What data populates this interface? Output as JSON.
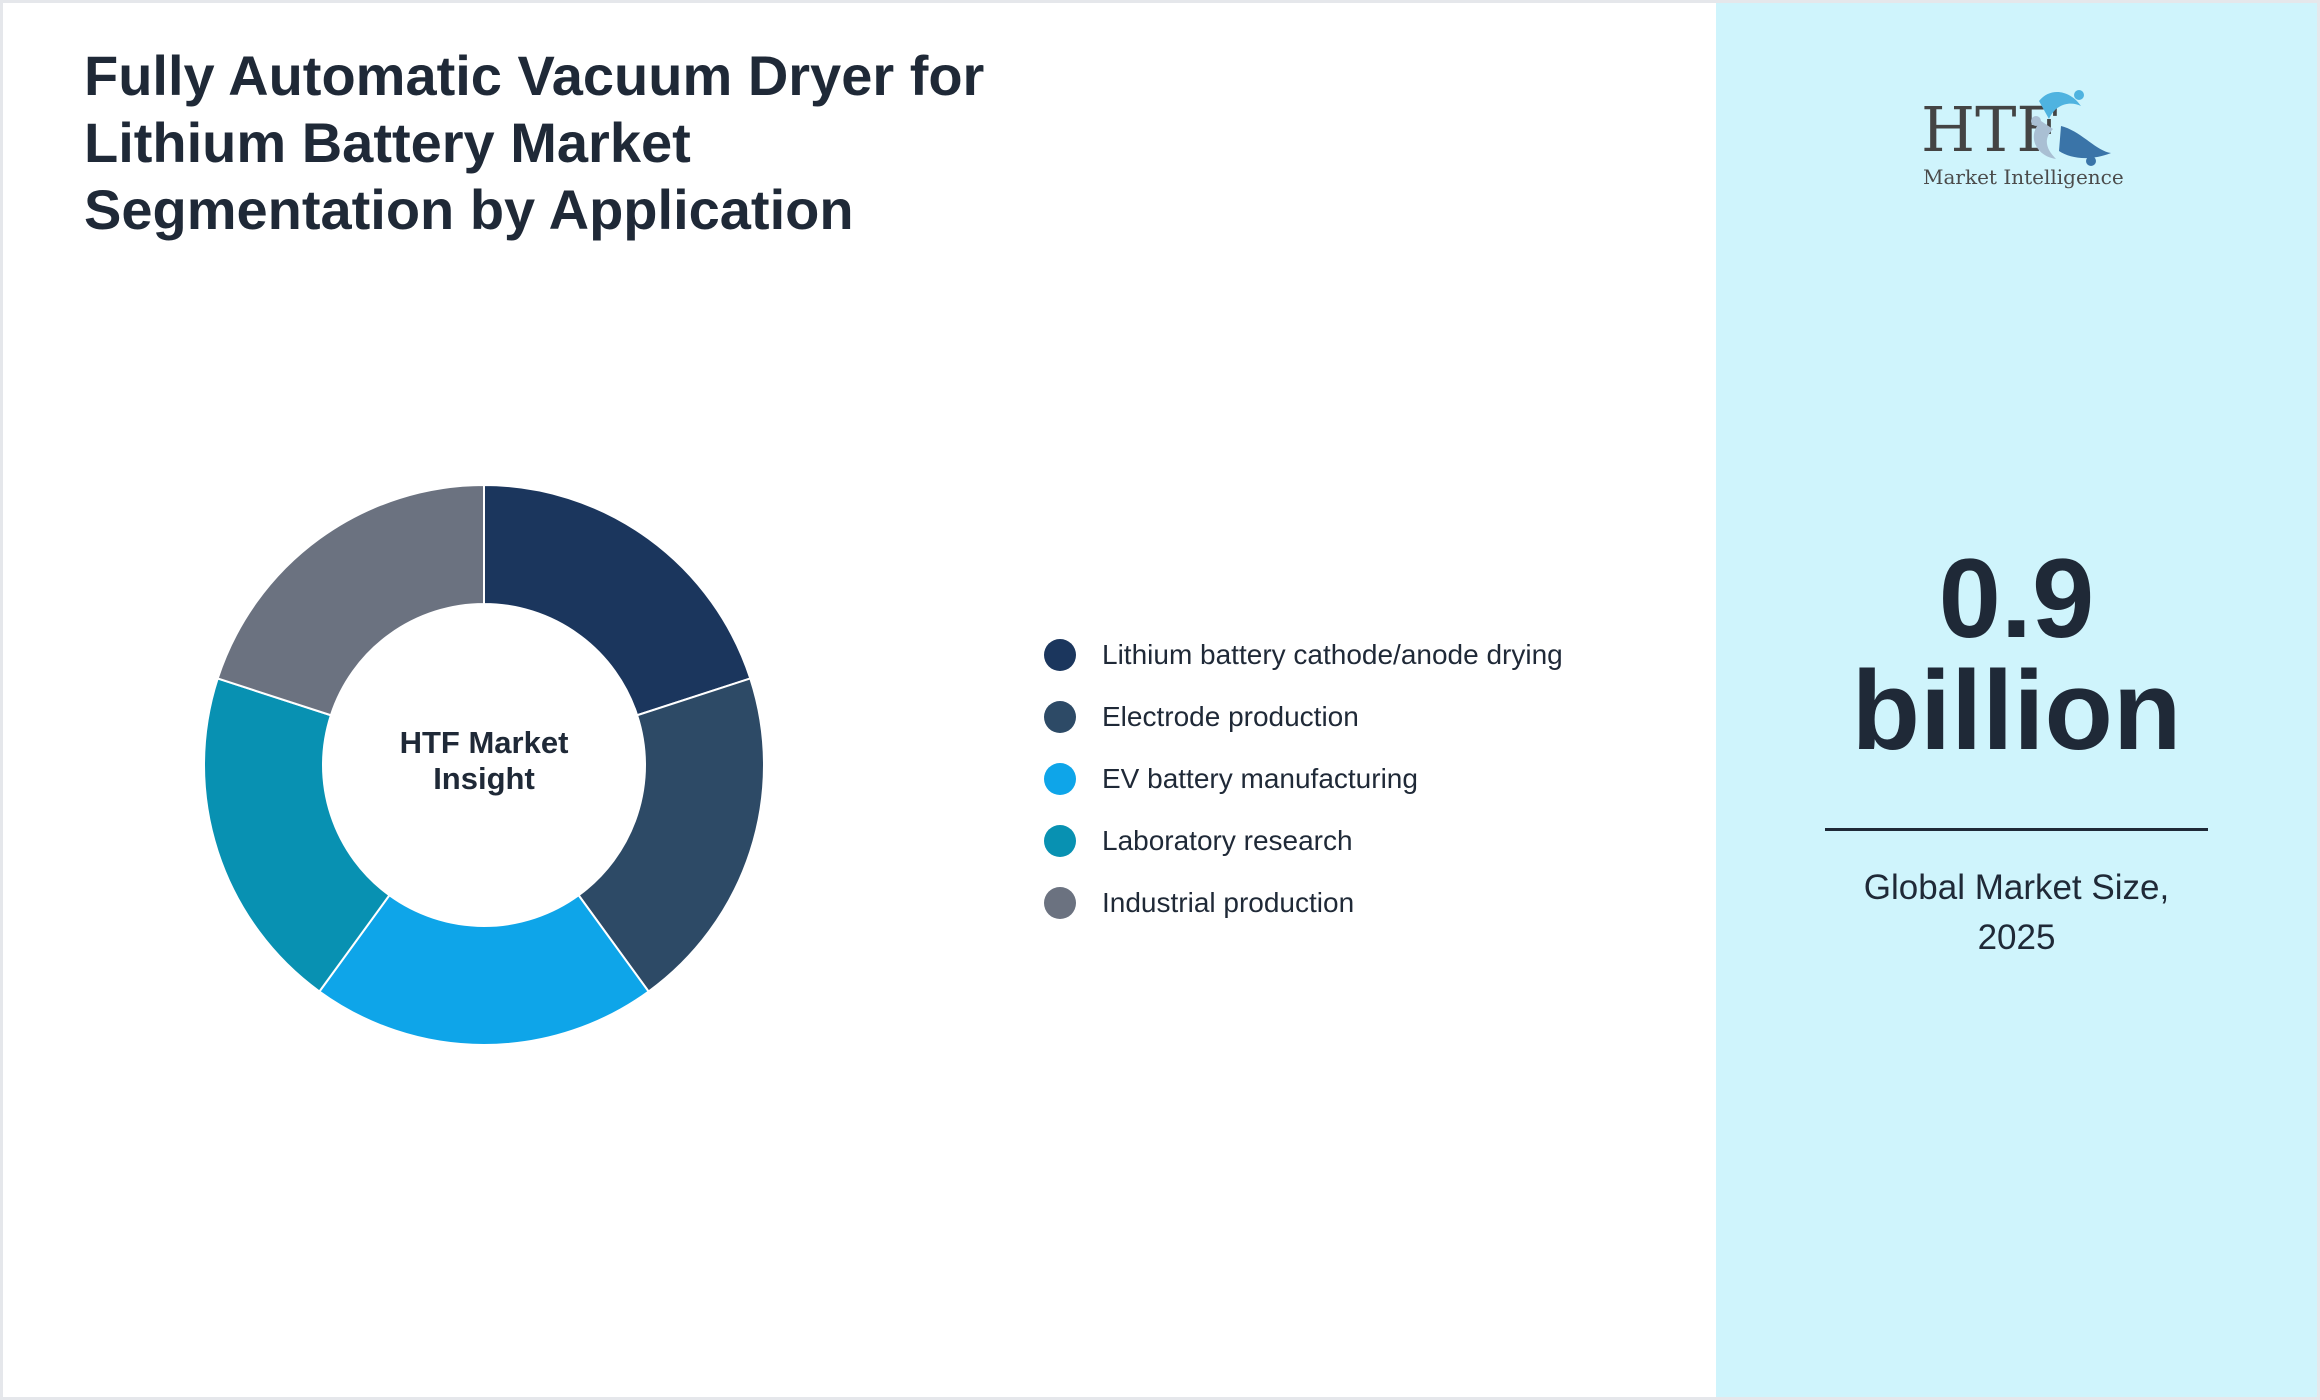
{
  "title_lines": [
    "Fully Automatic Vacuum Dryer for",
    "Lithium Battery Market",
    "Segmentation by Application"
  ],
  "center_label_lines": [
    "HTF Market",
    "Insight"
  ],
  "logo": {
    "text": "HTF",
    "subtitle": "Market Intelligence"
  },
  "market_size": {
    "value": "0.9",
    "unit": "billion",
    "caption_lines": [
      "Global Market Size,",
      "2025"
    ]
  },
  "chart_data": {
    "type": "pie",
    "variant": "donut",
    "title": "Fully Automatic Vacuum Dryer for Lithium Battery Market Segmentation by Application",
    "legend_position": "right",
    "categories": [
      "Lithium battery cathode/anode drying",
      "Electrode production",
      "EV battery manufacturing",
      "Laboratory research",
      "Industrial production"
    ],
    "values": [
      20,
      20,
      20,
      20,
      20
    ],
    "colors": [
      "#1b365d",
      "#2d4a66",
      "#0ea5e9",
      "#0891b2",
      "#6b7280"
    ]
  }
}
